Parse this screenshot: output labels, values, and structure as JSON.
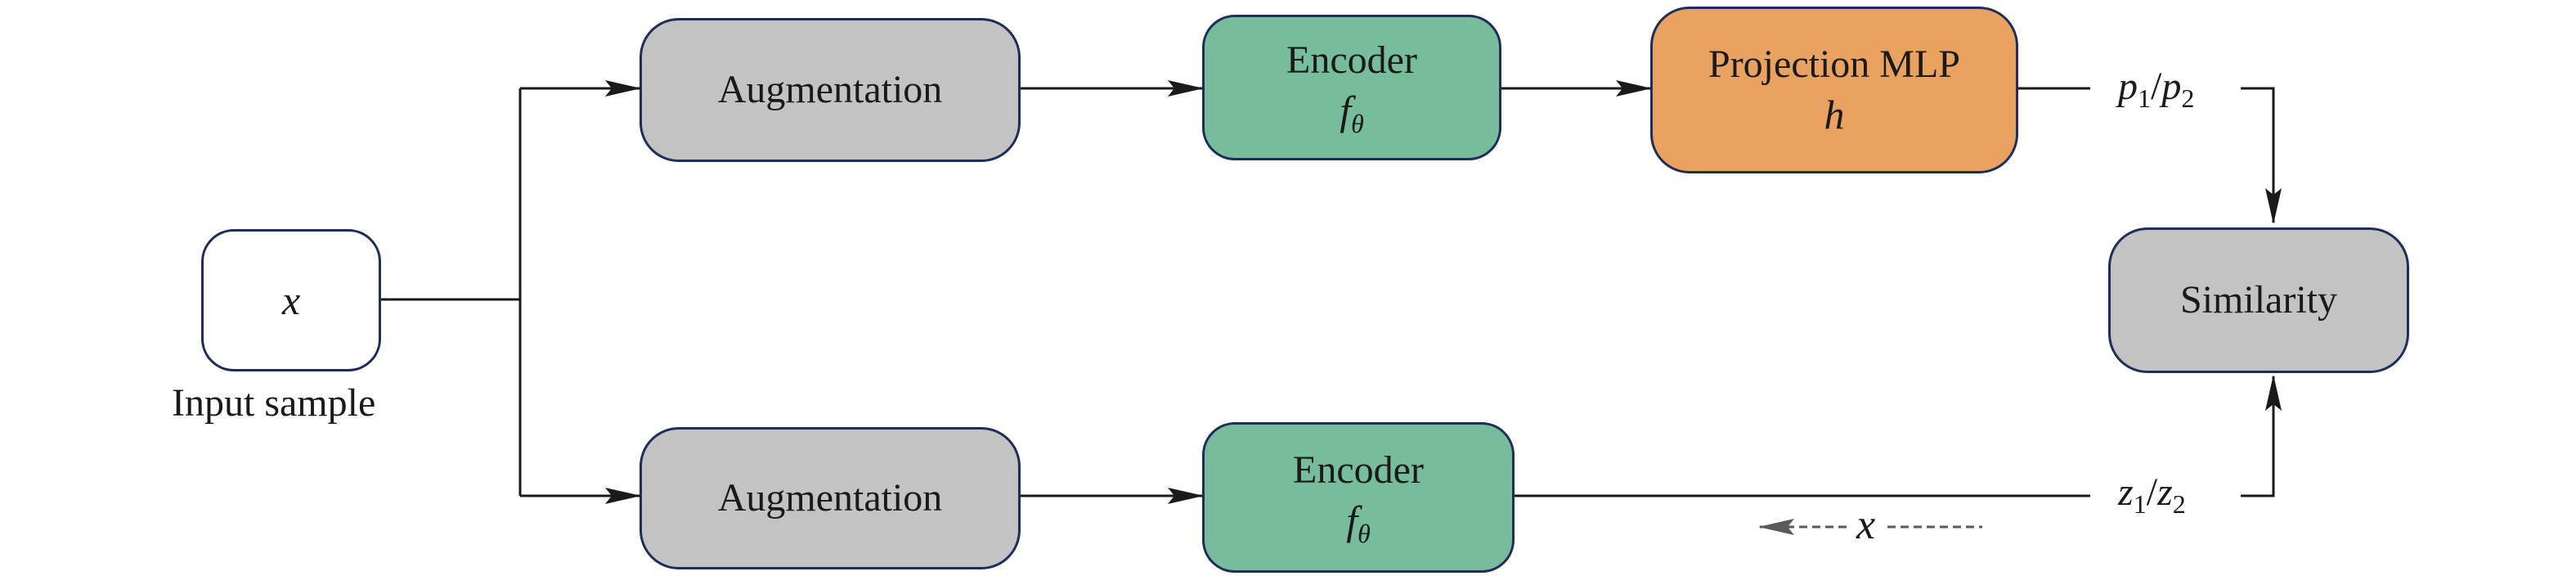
{
  "input": {
    "symbol": "x",
    "caption": "Input sample"
  },
  "top_branch": {
    "augmentation": "Augmentation",
    "encoder": {
      "label": "Encoder",
      "symbol": "f",
      "subscript": "θ"
    },
    "projection": {
      "label": "Projection MLP",
      "symbol": "h"
    },
    "output": {
      "a": "p",
      "a_sub": "1",
      "sep": "/",
      "b": "p",
      "b_sub": "2"
    }
  },
  "bottom_branch": {
    "augmentation": "Augmentation",
    "encoder": {
      "label": "Encoder",
      "symbol": "f",
      "subscript": "θ"
    },
    "output": {
      "a": "z",
      "a_sub": "1",
      "sep": "/",
      "b": "z",
      "b_sub": "2"
    },
    "stop_gradient_symbol": "x"
  },
  "similarity": "Similarity",
  "colors": {
    "border": "#1f2d5a",
    "augmentation": "#c3c3c3",
    "encoder": "#77bd9c",
    "projection": "#e9a260",
    "similarity": "#c3c3c3",
    "arrow": "#1a1a1a",
    "dashed_arrow": "#555555"
  }
}
